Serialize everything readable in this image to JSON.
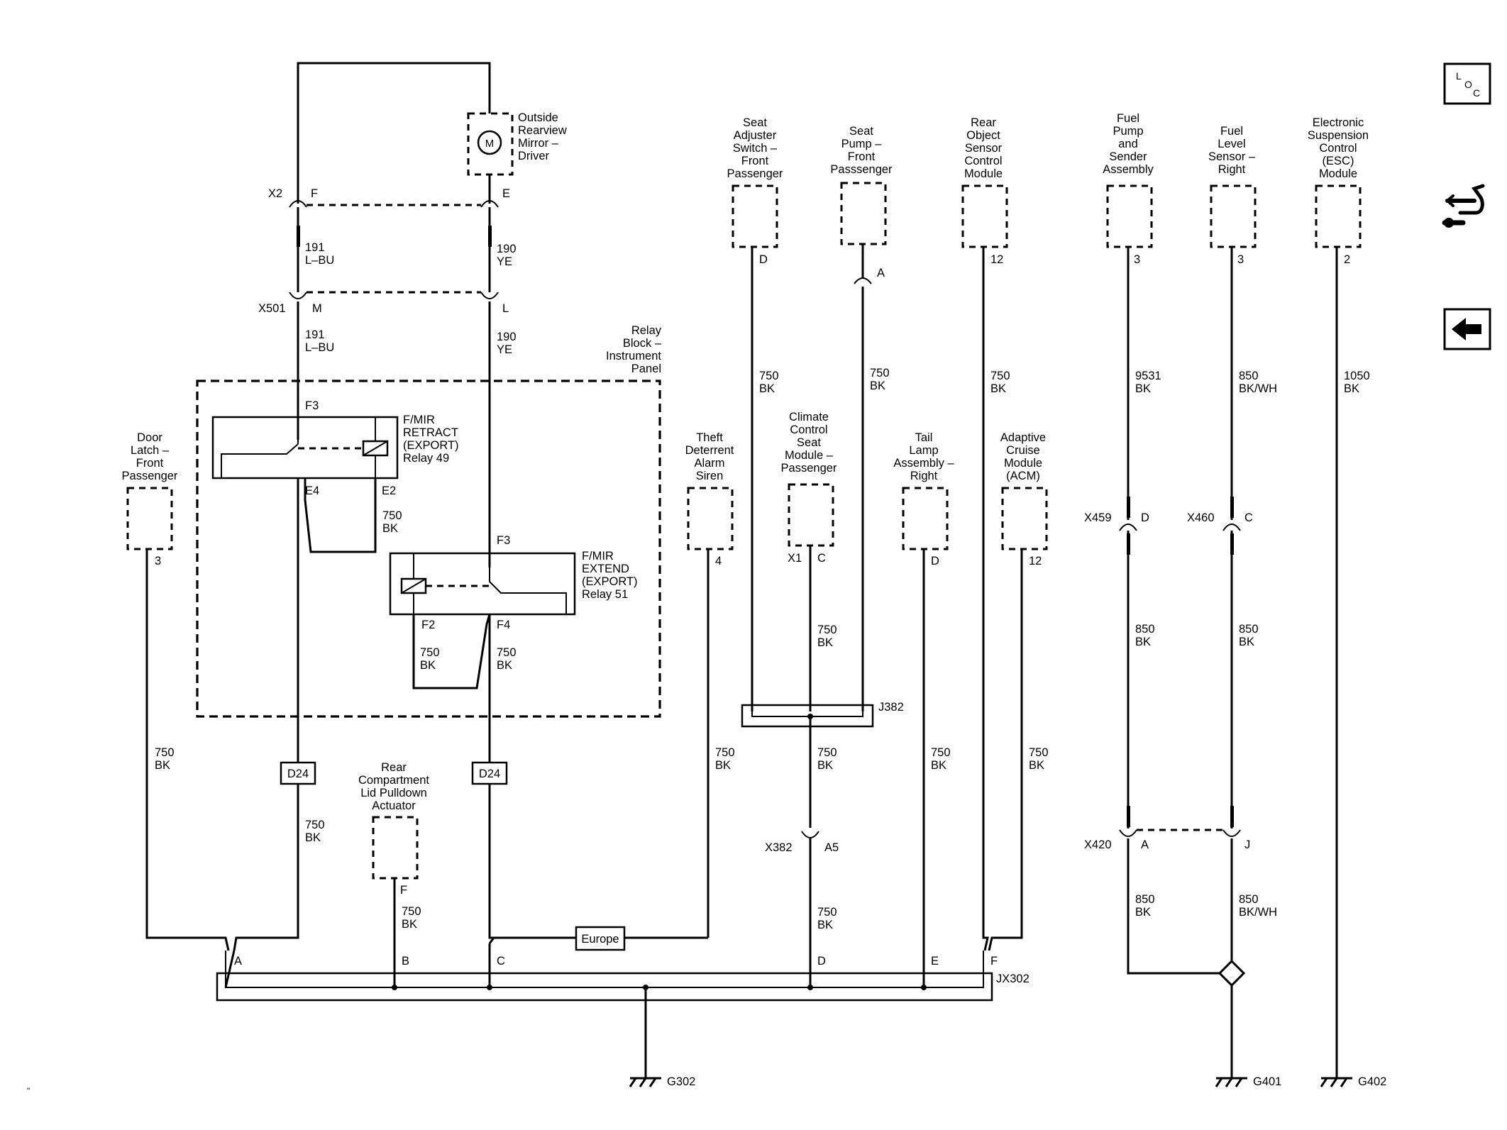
{
  "nav": {
    "loc_button": {
      "icon": "loc-icon",
      "letters": [
        "L",
        "O",
        "C"
      ]
    },
    "connector_button": {
      "icon": "connector-tools-icon"
    },
    "back_button": {
      "icon": "back-arrow-icon"
    }
  },
  "components": {
    "mirror": [
      "Outside",
      "Rearview",
      "Mirror –",
      "Driver"
    ],
    "motor": "M",
    "relay_block": [
      "Relay",
      "Block –",
      "Instrument",
      "Panel"
    ],
    "relay49": [
      "F/MIR",
      "RETRACT",
      "(EXPORT)",
      "Relay 49"
    ],
    "relay51": [
      "F/MIR",
      "EXTEND",
      "(EXPORT)",
      "Relay 51"
    ],
    "door_latch": [
      "Door",
      "Latch –",
      "Front",
      "Passenger"
    ],
    "rear_lid": [
      "Rear",
      "Compartment",
      "Lid Pulldown",
      "Actuator"
    ],
    "theft_siren": [
      "Theft",
      "Deterrent",
      "Alarm",
      "Siren"
    ],
    "seat_adjuster": [
      "Seat",
      "Adjuster",
      "Switch –",
      "Front",
      "Passenger"
    ],
    "seat_pump": [
      "Seat",
      "Pump –",
      "Front",
      "Passsenger"
    ],
    "climate_module": [
      "Climate",
      "Control",
      "Seat",
      "Module –",
      "Passenger"
    ],
    "rear_object": [
      "Rear",
      "Object",
      "Sensor",
      "Control",
      "Module"
    ],
    "tail_lamp": [
      "Tail",
      "Lamp",
      "Assembly –",
      "Right"
    ],
    "acm": [
      "Adaptive",
      "Cruise",
      "Module",
      "(ACM)"
    ],
    "fuel_pump": [
      "Fuel",
      "Pump",
      "and",
      "Sender",
      "Assembly"
    ],
    "fuel_level": [
      "Fuel",
      "Level",
      "Sensor –",
      "Right"
    ],
    "esc_module": [
      "Electronic",
      "Suspension",
      "Control",
      "(ESC)",
      "Module"
    ]
  },
  "connectors": {
    "x2": "X2",
    "x501": "X501",
    "x459": "X459",
    "x460": "X460",
    "x382": "X382",
    "x420": "X420",
    "j382": "J382",
    "jx302": "JX302",
    "d24_left": "D24",
    "d24_right": "D24",
    "europe": "Europe"
  },
  "grounds": {
    "g302": "G302",
    "g401": "G401",
    "g402": "G402"
  },
  "pins": {
    "x2_f": "F",
    "x2_e": "E",
    "x501_m": "M",
    "x501_l": "L",
    "rb_f3_top": "F3",
    "r49_e4": "E4",
    "r49_e2": "E2",
    "r51_f3": "F3",
    "r51_f2": "F2",
    "r51_f4": "F4",
    "door_3": "3",
    "siren_4": "4",
    "seat_adj_d": "D",
    "seat_pump_a": "A",
    "climate_x1": "X1",
    "climate_c": "C",
    "rear_obj_12": "12",
    "tail_d": "D",
    "acm_12": "12",
    "fuel_pump_3": "3",
    "fuel_level_3": "3",
    "esc_2": "2",
    "x459_d": "D",
    "x460_c": "C",
    "x382_a5": "A5",
    "x420_a": "A",
    "x420_j": "J",
    "rear_lid_f": "F",
    "jx302_a": "A",
    "jx302_b": "B",
    "jx302_c": "C",
    "jx302_d": "D",
    "jx302_e": "E",
    "jx302_f": "F"
  },
  "wires": {
    "w191_a": [
      "191",
      "L–BU"
    ],
    "w190_a": [
      "190",
      "YE"
    ],
    "w191_b": [
      "191",
      "L–BU"
    ],
    "w190_b": [
      "190",
      "YE"
    ],
    "r49_e2": [
      "750",
      "BK"
    ],
    "r51_f2": [
      "750",
      "BK"
    ],
    "r51_f4": [
      "750",
      "BK"
    ],
    "door": [
      "750",
      "BK"
    ],
    "d24_left": [
      "750",
      "BK"
    ],
    "rear_lid": [
      "750",
      "BK"
    ],
    "siren": [
      "750",
      "BK"
    ],
    "seat_adj": [
      "750",
      "BK"
    ],
    "seat_pump": [
      "750",
      "BK"
    ],
    "climate_top": [
      "750",
      "BK"
    ],
    "climate_mid": [
      "750",
      "BK"
    ],
    "climate_bot": [
      "750",
      "BK"
    ],
    "rear_obj": [
      "750",
      "BK"
    ],
    "tail": [
      "750",
      "BK"
    ],
    "acm": [
      "750",
      "BK"
    ],
    "fuel_pump_top": [
      "9531",
      "BK"
    ],
    "fuel_level_top": [
      "850",
      "BK/WH"
    ],
    "esc": [
      "1050",
      "BK"
    ],
    "fuel_pump_mid": [
      "850",
      "BK"
    ],
    "fuel_level_mid": [
      "850",
      "BK"
    ],
    "fuel_pump_bot": [
      "850",
      "BK"
    ],
    "fuel_level_bot": [
      "850",
      "BK/WH"
    ]
  },
  "page_marker": "\"",
  "colors": {
    "wire": "#000000",
    "background": "#ffffff"
  }
}
